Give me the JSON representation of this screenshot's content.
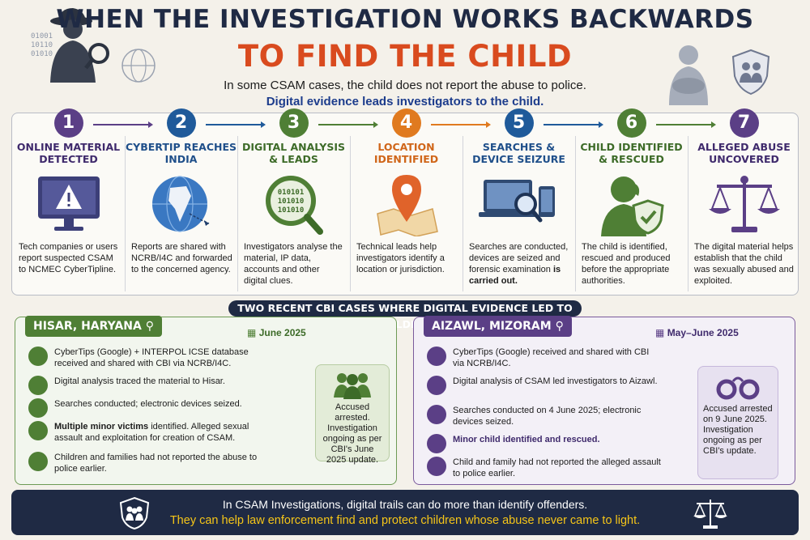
{
  "header": {
    "title_line1": "WHEN THE INVESTIGATION WORKS BACKWARDS",
    "title_line2": "TO FIND THE CHILD",
    "subtitle_line1": "In some CSAM cases, the child does not report the abuse to police.",
    "subtitle_line2": "Digital evidence leads investigators to the child.",
    "binary": [
      "01001",
      "10110",
      "01010"
    ]
  },
  "colors": {
    "navy": "#1f2a44",
    "orange": "#d94b1f",
    "purple": "#5b3f86",
    "blue": "#1f5a9a",
    "green": "#4f7f35",
    "amber": "#e07a1f"
  },
  "steps": [
    {
      "num": "1",
      "title": "ONLINE MATERIAL DETECTED",
      "desc": "Tech companies or users report suspected CSAM to NCMEC CyberTipline.",
      "icon": "warning-monitor-icon"
    },
    {
      "num": "2",
      "title": "CYBERTIP REACHES INDIA",
      "desc": "Reports are shared with NCRB/I4C and forwarded to the concerned agency.",
      "icon": "globe-india-icon"
    },
    {
      "num": "3",
      "title": "DIGITAL ANALYSIS & LEADS",
      "desc": "Investigators analyse the material, IP data, accounts and other digital clues.",
      "icon": "magnifier-binary-icon",
      "binary": [
        "010101",
        "101010",
        "101010"
      ]
    },
    {
      "num": "4",
      "title": "LOCATION IDENTIFIED",
      "desc": "Technical leads help investigators identify a location or jurisdiction.",
      "icon": "map-pin-icon"
    },
    {
      "num": "5",
      "title": "SEARCHES & DEVICE SEIZURE",
      "desc_a": "Searches are conducted, devices are seized and forensic examination ",
      "desc_b": "is carried out.",
      "icon": "devices-search-icon"
    },
    {
      "num": "6",
      "title": "CHILD IDENTIFIED & RESCUED",
      "desc": "The child is identified, rescued and produced before the appropriate authorities.",
      "icon": "child-shield-icon"
    },
    {
      "num": "7",
      "title": "ALLEGED ABUSE UNCOVERED",
      "desc": "The digital material helps establish that the child was sexually abused and exploited.",
      "icon": "scales-icon"
    }
  ],
  "banner": "TWO RECENT CBI CASES WHERE DIGITAL EVIDENCE LED TO CHILDREN",
  "case_left": {
    "place": "HISAR, HARYANA",
    "date": "June 2025",
    "items": [
      {
        "text": "CyberTips (Google) + INTERPOL ICSE database received and shared with CBI via NCRB/I4C.",
        "icon": "monitor-icon"
      },
      {
        "text": "Digital analysis traced the material to Hisar.",
        "icon": "search-icon"
      },
      {
        "text": "Searches conducted; electronic devices seized.",
        "icon": "phone-search-icon"
      },
      {
        "bold": "Multiple minor victims",
        "text": " identified. Alleged sexual assault and exploitation for creation of CSAM.",
        "icon": "group-icon"
      },
      {
        "text": "Children and families had not reported the abuse to police earlier.",
        "icon": "family-icon"
      }
    ],
    "side": "Accused arrested. Investigation ongoing as per CBI's June 2025 update.",
    "side_icon": "people-group-icon"
  },
  "case_right": {
    "place": "AIZAWL, MIZORAM",
    "date": "May–June 2025",
    "items": [
      {
        "text": "CyberTips (Google) received and shared with CBI via NCRB/I4C.",
        "icon": "monitor-icon"
      },
      {
        "text": "Digital analysis of CSAM led investigators to Aizawl.",
        "icon": "search-icon"
      },
      {
        "text": "Searches conducted on 4 June 2025; electronic devices seized.",
        "icon": "phone-search-icon"
      },
      {
        "bold": "Minor child identified and rescued.",
        "text": "",
        "icon": "person-icon"
      },
      {
        "text": "Child and family had not reported the alleged assault to police earlier.",
        "icon": "family-icon"
      }
    ],
    "side": "Accused arrested on 9 June 2025. Investigation ongoing as per CBI's update.",
    "side_icon": "handcuffs-icon"
  },
  "footer": {
    "line1": "In CSAM Investigations, digital trails can do more than identify offenders.",
    "line2": "They can help law enforcement find and protect children whose abuse never came to light."
  }
}
